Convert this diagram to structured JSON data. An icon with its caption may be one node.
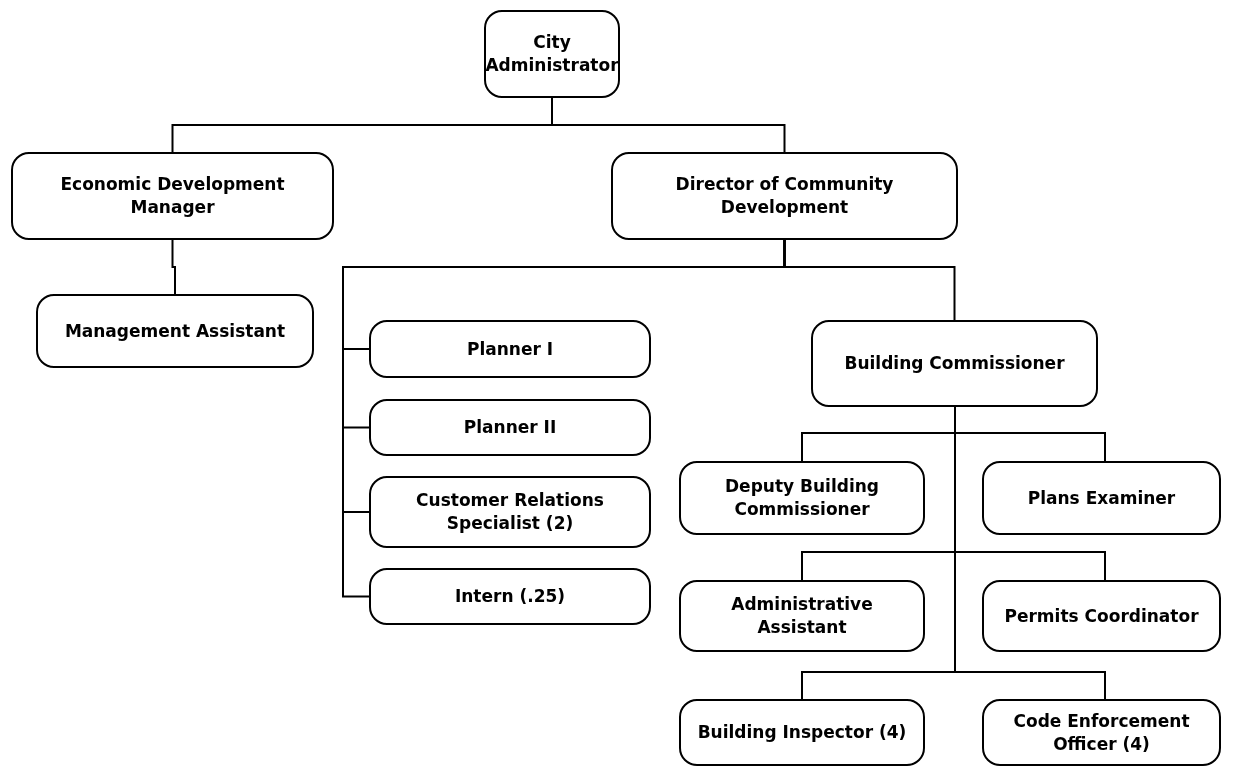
{
  "diagram": {
    "nodes": [
      {
        "text": [
          "City Administrator"
        ]
      },
      {
        "text": [
          "Economic Development Manager"
        ]
      },
      {
        "text": [
          "Director of Community Development"
        ]
      },
      {
        "text": [
          "Management Assistant"
        ]
      },
      {
        "text": [
          "Planner I"
        ]
      },
      {
        "text": [
          "Planner II"
        ]
      },
      {
        "text": [
          "Customer Relations Specialist (2)"
        ]
      },
      {
        "text": [
          "Intern (.25)"
        ]
      },
      {
        "text": [
          "Building Commissioner"
        ]
      },
      {
        "text": [
          "Deputy Building Commissioner"
        ]
      },
      {
        "text": [
          "Plans Examiner"
        ]
      },
      {
        "text": [
          "Administrative Assistant"
        ]
      },
      {
        "text": [
          "Permits Coordinator"
        ]
      },
      {
        "text": [
          "Building Inspector (4)"
        ]
      },
      {
        "text": [
          "Code Enforcement Officer (4)"
        ]
      }
    ],
    "edges": [
      {
        "from": 0,
        "to": 1,
        "arrow": "none"
      },
      {
        "from": 0,
        "to": 2,
        "arrow": "none"
      },
      {
        "from": 1,
        "to": 3,
        "arrow": "none"
      },
      {
        "from": 2,
        "to": 4,
        "arrow": "none"
      },
      {
        "from": 2,
        "to": 5,
        "arrow": "none"
      },
      {
        "from": 2,
        "to": 6,
        "arrow": "none"
      },
      {
        "from": 2,
        "to": 7,
        "arrow": "none"
      },
      {
        "from": 2,
        "to": 8,
        "arrow": "none"
      },
      {
        "from": 8,
        "to": 9,
        "arrow": "none"
      },
      {
        "from": 8,
        "to": 10,
        "arrow": "none"
      },
      {
        "from": 8,
        "to": 11,
        "arrow": "none"
      },
      {
        "from": 8,
        "to": 12,
        "arrow": "none"
      },
      {
        "from": 8,
        "to": 13,
        "arrow": "none"
      },
      {
        "from": 8,
        "to": 14,
        "arrow": "none"
      }
    ]
  }
}
